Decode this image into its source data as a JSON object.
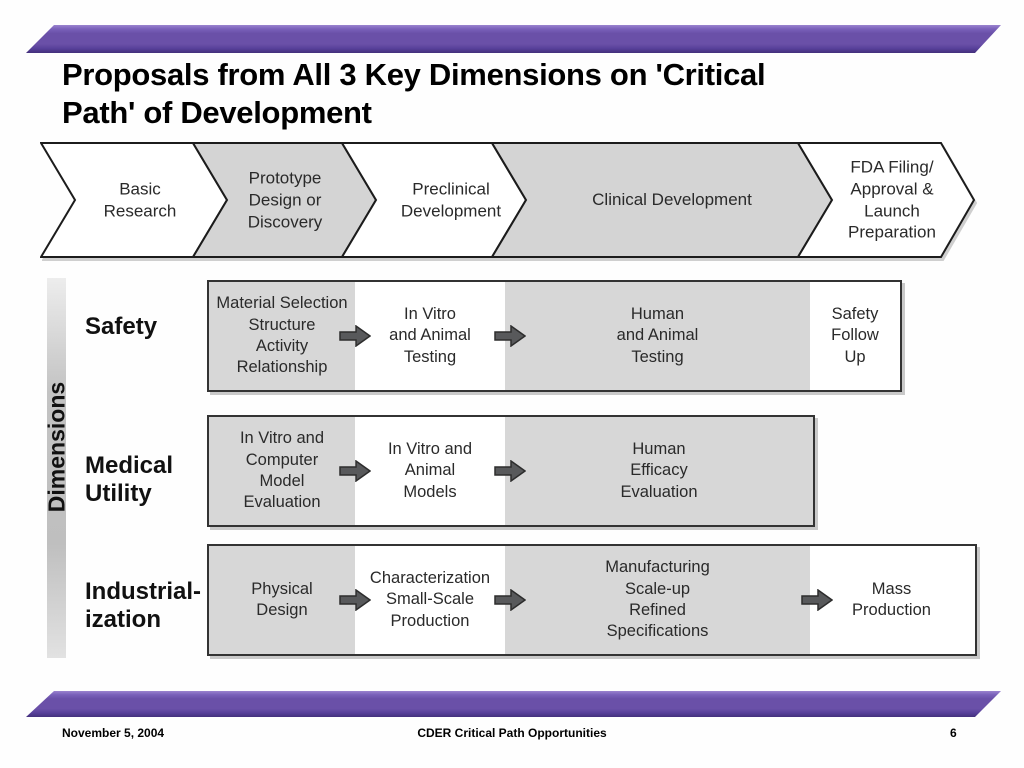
{
  "title": "Proposals from All 3 Key Dimensions on 'Critical\nPath' of Development",
  "phases": [
    {
      "label": "Basic\nResearch",
      "fill": "white"
    },
    {
      "label": "Prototype\nDesign or\nDiscovery",
      "fill": "gray"
    },
    {
      "label": "Preclinical\nDevelopment",
      "fill": "white"
    },
    {
      "label": "Clinical Development",
      "fill": "gray"
    },
    {
      "label": "FDA Filing/\nApproval &\nLaunch\nPreparation",
      "fill": "white"
    }
  ],
  "axis": {
    "label": "Dimensions"
  },
  "rows": [
    {
      "label": "Safety",
      "cells": [
        {
          "text": "Material Selection\nStructure\nActivity\nRelationship",
          "fill": "gray"
        },
        {
          "text": "In Vitro\nand Animal\nTesting",
          "fill": "white"
        },
        {
          "text": "Human\nand Animal\nTesting",
          "fill": "gray"
        },
        {
          "text": "Safety\nFollow\nUp",
          "fill": "white"
        }
      ]
    },
    {
      "label": "Medical\nUtility",
      "cells": [
        {
          "text": "In Vitro and\nComputer\nModel\nEvaluation",
          "fill": "gray"
        },
        {
          "text": "In Vitro and\nAnimal\nModels",
          "fill": "white"
        },
        {
          "text": "Human\nEfficacy\nEvaluation",
          "fill": "gray"
        }
      ]
    },
    {
      "label": "Industrial-\nization",
      "cells": [
        {
          "text": "Physical\nDesign",
          "fill": "gray"
        },
        {
          "text": "Characterization\nSmall-Scale\nProduction",
          "fill": "white"
        },
        {
          "text": "Manufacturing\nScale-up\nRefined\nSpecifications",
          "fill": "gray"
        },
        {
          "text": "Mass\nProduction",
          "fill": "white"
        }
      ]
    }
  ],
  "footer": {
    "date": "November 5, 2004",
    "center": "CDER Critical Path Opportunities",
    "page": "6"
  },
  "colors": {
    "accent_purple": "#6a50a8",
    "accent_purple_light": "#9a83cf",
    "accent_purple_dark": "#43307c",
    "phase_gray": "#d4d4d4",
    "cell_gray": "#d7d7d7",
    "arrow_gray": "#58595b",
    "border_dark": "#333333"
  }
}
